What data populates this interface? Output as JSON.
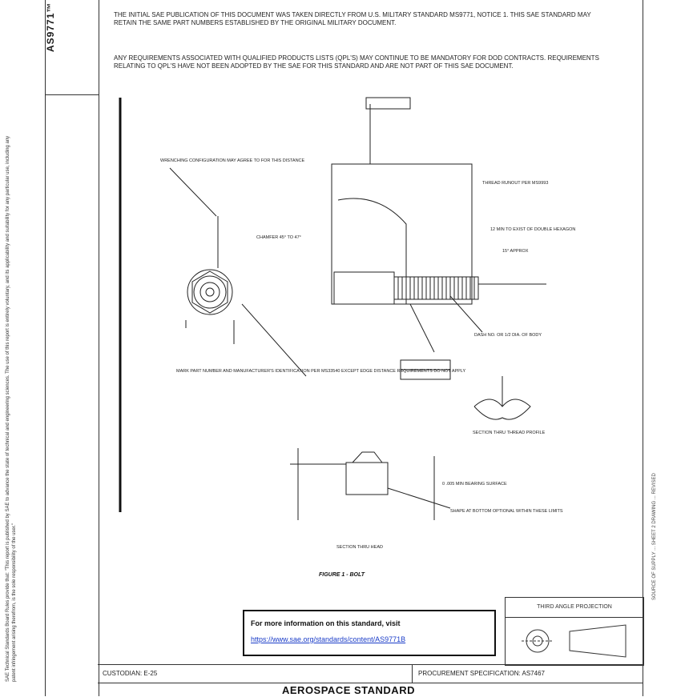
{
  "document": {
    "number": "AS9771™",
    "note_military": "THE INITIAL SAE PUBLICATION OF THIS DOCUMENT WAS TAKEN DIRECTLY FROM U.S. MILITARY STANDARD MS9771, NOTICE 1. THIS SAE STANDARD MAY RETAIN THE SAME PART NUMBERS ESTABLISHED BY THE ORIGINAL MILITARY DOCUMENT.",
    "note_qpl": "ANY REQUIREMENTS ASSOCIATED WITH QUALIFIED PRODUCTS LISTS (QPL'S) MAY CONTINUE TO BE MANDATORY FOR DOD CONTRACTS. REQUIREMENTS RELATING TO QPL'S HAVE NOT BEEN ADOPTED BY THE SAE FOR THIS STANDARD AND ARE NOT PART OF THIS SAE DOCUMENT.",
    "disclaimer": "SAE Technical Standards Board Rules provide that: \"This report is published by SAE to advance the state of technical and engineering sciences. The use of this report is entirely voluntary, and its applicability and suitability for any particular use, including any patent infringement arising therefrom, is the sole responsibility of the user.\"",
    "side_info": "SOURCE OF SUPPLY ... SHEET 2 DRAWING ... REVISED"
  },
  "drawing": {
    "labels": {
      "wrenching": "WRENCHING CONFIGURATION MAY AGREE TO FOR THIS DISTANCE",
      "thread_runout": "THREAD RUNOUT PER MS9993",
      "double_hexagon": "12 MIN TO EXIST OF DOUBLE HEXAGON",
      "approx": "15° APPROX",
      "chamfer": "CHAMFER 45° TO 47°",
      "mark": "MARK PART NUMBER AND MANUFACTURER'S IDENTIFICATION PER MS33540 EXCEPT EDGE DISTANCE REQUIREMENTS DO NOT APPLY",
      "dash_pt": "DASH NO. OR 1/2 DIA. OF BODY",
      "thread_profile": "SECTION THRU THREAD PROFILE",
      "bearing": "0 .005 MIN BEARING SURFACE",
      "shape": "SHAPE AT BOTTOM OPTIONAL WITHIN THESE LIMITS",
      "section_thru_head": "SECTION THRU HEAD",
      "figure": "FIGURE 1 - BOLT"
    }
  },
  "third_angle": {
    "title": "THIRD ANGLE PROJECTION"
  },
  "info_box": {
    "heading": "For more information on this standard, visit",
    "link": "https://www.sae.org/standards/content/AS9771B"
  },
  "footer": {
    "customer": "CUSTODIAN: E-25",
    "procurement": "PROCUREMENT SPECIFICATION: AS7467",
    "aerospace": "AEROSPACE STANDARD"
  }
}
